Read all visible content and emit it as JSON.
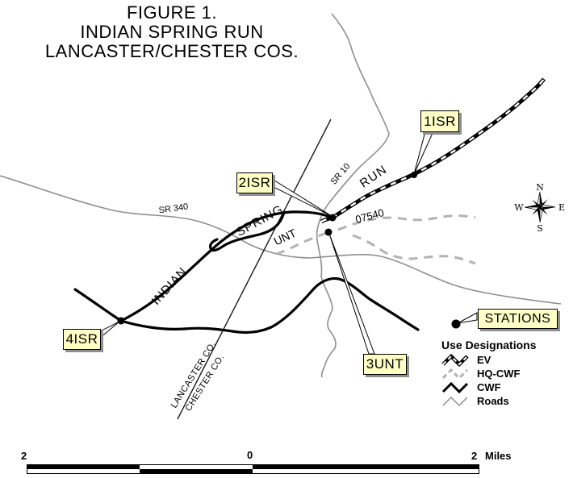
{
  "title": {
    "line1": "FIGURE 1.",
    "line2": "INDIAN SPRING RUN",
    "line3": "LANCASTER/CHESTER COS."
  },
  "callouts": {
    "isr1": "1ISR",
    "isr2": "2ISR",
    "unt3": "3UNT",
    "isr4": "4ISR",
    "stations": "STATIONS"
  },
  "map_labels": {
    "run": "RUN",
    "spring": "SPRING",
    "indian": "INDIAN",
    "unt": "UNT",
    "sr10": "SR 10",
    "sr340": "SR 340",
    "site": "07540",
    "lancaster": "LANCASTER CO.",
    "chester": "CHESTER CO."
  },
  "legend": {
    "heading": "Use Designations",
    "items": [
      {
        "label": "EV"
      },
      {
        "label": "HQ-CWF"
      },
      {
        "label": "CWF"
      },
      {
        "label": "Roads"
      }
    ]
  },
  "compass": {
    "n": "N",
    "e": "E",
    "s": "S",
    "w": "W"
  },
  "scale": {
    "left": "2",
    "zero": "0",
    "right": "2",
    "unit": "Miles"
  },
  "colors": {
    "callout_bg": "#FFFFC6",
    "callout_shadow": "#8F8F8F",
    "road_gray": "#8F8F8F",
    "hq_cwf_gray": "#B3B3B3",
    "stream_black": "#000000",
    "background": "#FFFFFF"
  }
}
